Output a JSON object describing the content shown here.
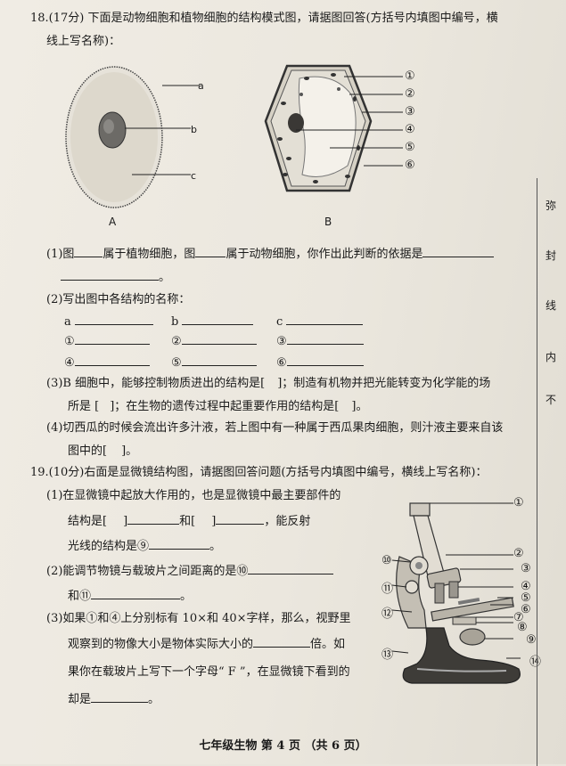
{
  "q18": {
    "header": "18.(17分) 下面是动物细胞和植物细胞的结构模式图，请据图回答(方括号内填图中编号，横",
    "header2": "线上写名称)：",
    "fig_labels": {
      "a": "a",
      "b": "b",
      "c": "c",
      "A": "A",
      "B": "B",
      "n1": "①",
      "n2": "②",
      "n3": "③",
      "n4": "④",
      "n5": "⑤",
      "n6": "⑥"
    },
    "p1a": "(1)图",
    "p1b": "属于植物细胞，图",
    "p1c": "属于动物细胞，你作出此判断的依据是",
    "p1end": "。",
    "p2": "(2)写出图中各结构的名称：",
    "names": [
      "a",
      "b",
      "c",
      "①",
      "②",
      "③",
      "④",
      "⑤",
      "⑥"
    ],
    "p3a": "(3)B 细胞中，能够控制物质进出的结构是[",
    "p3b": "]；制造有机物并把光能转变为化学能的场",
    "p3c": "所是 [",
    "p3d": "]；在生物的遗传过程中起重要作用的结构是[",
    "p3e": "]。",
    "p4a": "(4)切西瓜的时候会流出许多汁液，若上图中有一种属于西瓜果肉细胞，则汁液主要来自该",
    "p4b": "图中的[",
    "p4c": "]。"
  },
  "q19": {
    "header": "19.(10分)右面是显微镜结构图，请据图回答问题(方括号内填图中编号，横线上写名称)：",
    "p1a": "(1)在显微镜中起放大作用的，也是显微镜中最主要部件的",
    "p1b": "结构是[",
    "p1c": "]",
    "p1d": "和[",
    "p1e": "]",
    "p1f": "，能反射",
    "p1g": "光线的结构是⑨",
    "p1h": "。",
    "p2a": "(2)能调节物镜与载玻片之间距离的是⑩",
    "p2b": "和⑪",
    "p2c": "。",
    "p3a": "(3)如果①和④上分别标有 10×和 40×字样，那么，视野里",
    "p3b": "观察到的物像大小是物体实际大小的",
    "p3c": "倍。如",
    "p3d": "果你在载玻片上写下一个字母“ F ”，在显微镜下看到的",
    "p3e": "却是",
    "p3f": "。",
    "fig_labels": {
      "n1": "①",
      "n2": "②",
      "n3": "③",
      "n4": "④",
      "n5": "⑤",
      "n6": "⑥",
      "n7": "⑦",
      "n8": "⑧",
      "n9": "⑨",
      "n10": "⑩",
      "n11": "⑪",
      "n12": "⑫",
      "n13": "⑬",
      "n14": "⑭"
    }
  },
  "margin": [
    "弥",
    "封",
    "线",
    "内",
    "不"
  ],
  "footer": "七年级生物   第 4 页   （共 6 页）"
}
